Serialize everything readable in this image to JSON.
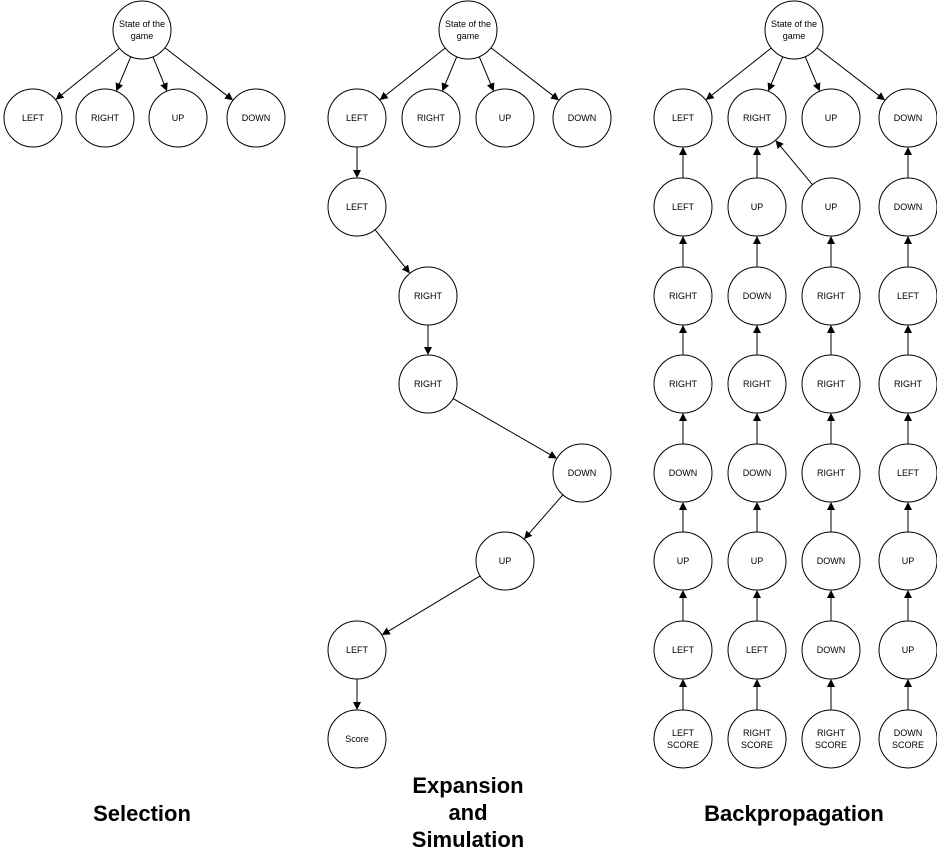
{
  "titles": {
    "selection": "Selection",
    "expansion": [
      "Expansion",
      "and",
      "Simulation"
    ],
    "backprop": "Backpropagation"
  },
  "selection": {
    "root": [
      "State of the",
      "game"
    ],
    "children": [
      "LEFT",
      "RIGHT",
      "UP",
      "DOWN"
    ]
  },
  "expansion": {
    "root": [
      "State of the",
      "game"
    ],
    "children": [
      "LEFT",
      "RIGHT",
      "UP",
      "DOWN"
    ],
    "path": [
      "LEFT",
      "RIGHT",
      "RIGHT",
      "DOWN",
      "UP",
      "LEFT",
      "Score"
    ]
  },
  "backprop": {
    "root": [
      "State of the",
      "game"
    ],
    "children": [
      "LEFT",
      "RIGHT",
      "UP",
      "DOWN"
    ],
    "columns": [
      [
        "LEFT",
        "RIGHT",
        "RIGHT",
        "DOWN",
        "UP",
        "LEFT",
        [
          "LEFT",
          "SCORE"
        ]
      ],
      [
        "UP",
        "DOWN",
        "RIGHT",
        "DOWN",
        "UP",
        "LEFT",
        [
          "RIGHT",
          "SCORE"
        ]
      ],
      [
        "UP",
        "RIGHT",
        "RIGHT",
        "RIGHT",
        "DOWN",
        "DOWN",
        [
          "RIGHT",
          "SCORE"
        ]
      ],
      [
        "DOWN",
        "LEFT",
        "RIGHT",
        "LEFT",
        "UP",
        "UP",
        [
          "DOWN",
          "SCORE"
        ]
      ]
    ]
  }
}
